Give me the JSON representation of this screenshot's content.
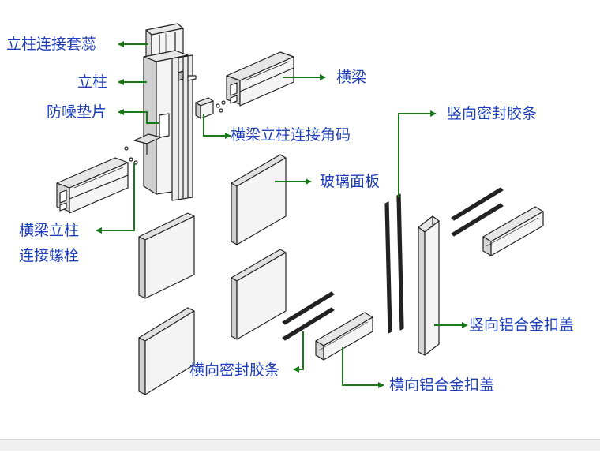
{
  "colors": {
    "label": "#1f3fb8",
    "leader": "#1a7a1a",
    "outline": "#222222",
    "fill": "#f4f4f4",
    "shade": "#d9d9d9"
  },
  "labels": {
    "mullion_sleeve": "立柱连接套蕊",
    "mullion": "立柱",
    "noise_pad": "防噪垫片",
    "transom": "横梁",
    "corner_bracket": "横梁立柱连接角码",
    "bolt_line1": "横梁立柱",
    "bolt_line2": "连接螺栓",
    "glass_panel": "玻璃面板",
    "vertical_gasket": "竖向密封胶条",
    "vertical_cover": "竖向铝合金扣盖",
    "horizontal_gasket": "横向密封胶条",
    "horizontal_cover": "横向铝合金扣盖"
  }
}
